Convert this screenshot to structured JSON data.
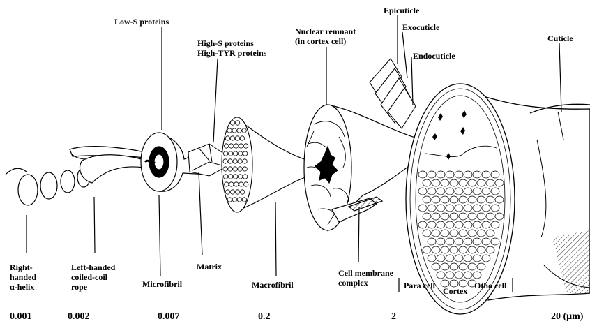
{
  "labels": {
    "low_s": "Low-S proteins",
    "high_s": "High-S proteins",
    "high_tyr": "High-TYR proteins",
    "nuclear_1": "Nuclear remnant",
    "nuclear_2": "(in cortex cell)",
    "epicuticle": "Epicuticle",
    "exocuticle": "Exocuticle",
    "endocuticle": "Endocuticle",
    "cuticle": "Cuticle",
    "right_handed_1": "Right-",
    "right_handed_2": "handed",
    "right_handed_3": "α-helix",
    "left_handed_1": "Left-handed",
    "left_handed_2": "coiled-coil",
    "left_handed_3": "rope",
    "microfibril": "Microfibril",
    "matrix": "Matrix",
    "macrofibril": "Macrofibril",
    "cmc_1": "Cell membrane",
    "cmc_2": "complex",
    "para_cell": "Para cell",
    "cortex": "Cortex",
    "otho_cell": "Otho cell"
  },
  "scale": [
    "0.001",
    "0.002",
    "0.007",
    "0.2",
    "2",
    "20 (μm)"
  ]
}
